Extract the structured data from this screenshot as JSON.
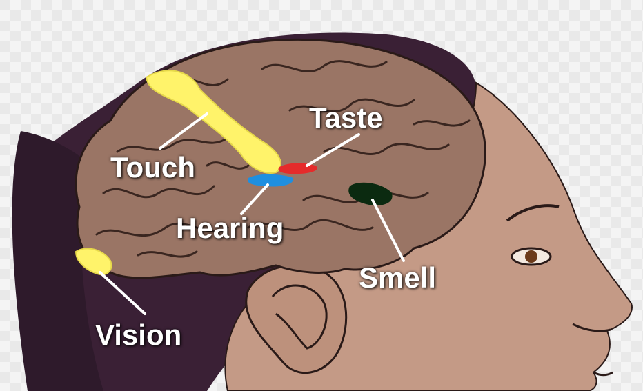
{
  "labels": {
    "touch": "Touch",
    "taste": "Taste",
    "hearing": "Hearing",
    "smell": "Smell",
    "vision": "Vision"
  },
  "colors": {
    "touch_region": "#fff36a",
    "taste_region": "#e52b2b",
    "hearing_region": "#1f8fe0",
    "smell_region": "#0b2a10",
    "vision_region": "#fff36a",
    "brain": "#9a7565",
    "hair": "#3a2035",
    "skin": "#c49a86"
  },
  "icons": {
    "brain": "brain-illustration",
    "head": "head-profile-illustration"
  }
}
